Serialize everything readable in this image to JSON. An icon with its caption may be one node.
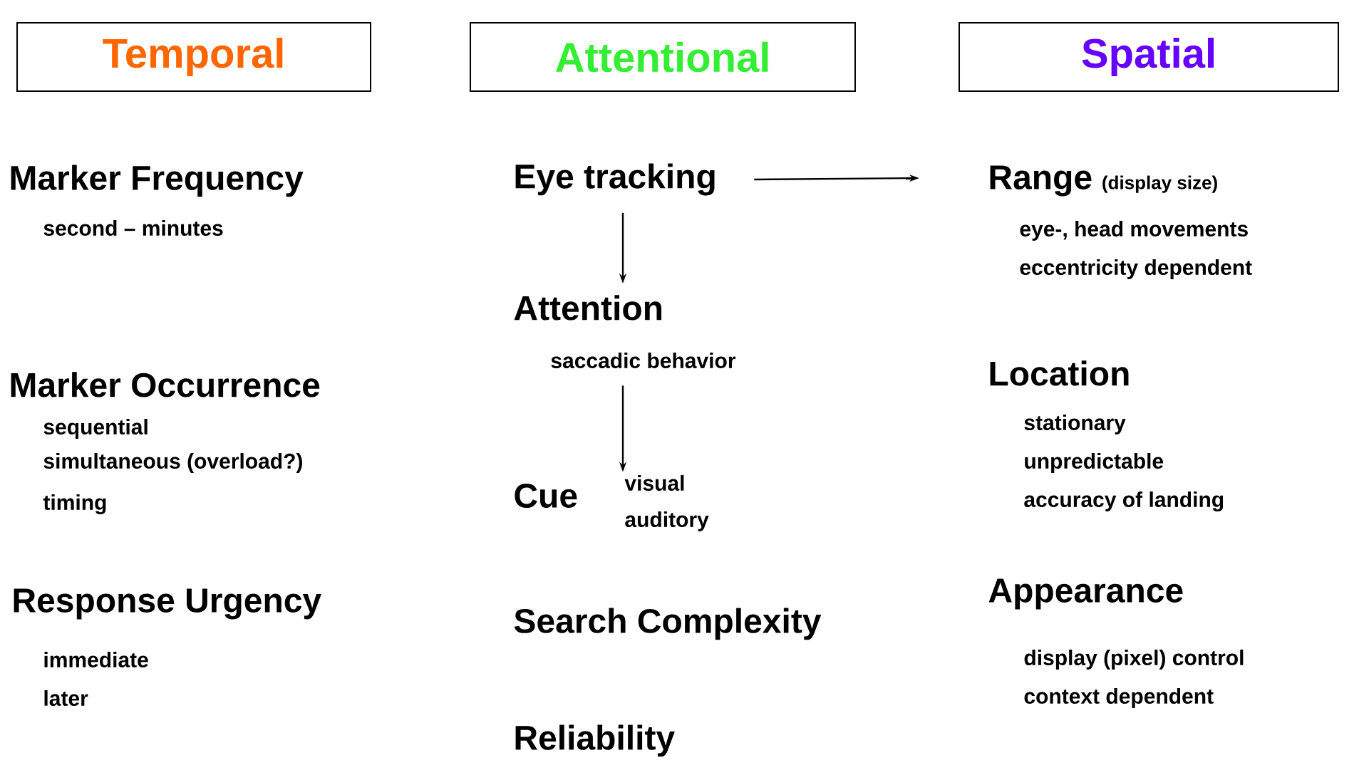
{
  "diagram": {
    "nodes": [
      {
        "text": [
          "Temporal"
        ]
      },
      {
        "text": [
          "Attentional"
        ]
      },
      {
        "text": [
          "Spatial"
        ]
      },
      {
        "text": [
          "Eye tracking"
        ]
      },
      {
        "text": [
          "Range",
          "(display size)",
          "eye-, head movements",
          "eccentricity dependent"
        ]
      },
      {
        "text": [
          "Attention",
          "saccadic behavior"
        ]
      },
      {
        "text": [
          "Cue",
          "visual",
          "auditory"
        ]
      }
    ],
    "edges": [
      {
        "from": 3,
        "to": 4,
        "arrow": "to"
      },
      {
        "from": 3,
        "to": 5,
        "arrow": "to"
      },
      {
        "from": 5,
        "to": 6,
        "arrow": "to"
      }
    ],
    "labels": [
      "Marker Frequency",
      "second – minutes",
      "Marker Occurrence",
      "sequential",
      "simultaneous (overload?)",
      "timing",
      "Response Urgency",
      "immediate",
      "later",
      "Search Complexity",
      "Reliability",
      "Location",
      "stationary",
      "unpredictable",
      "accuracy of landing",
      "Appearance",
      "display (pixel) control",
      "context dependent"
    ]
  }
}
